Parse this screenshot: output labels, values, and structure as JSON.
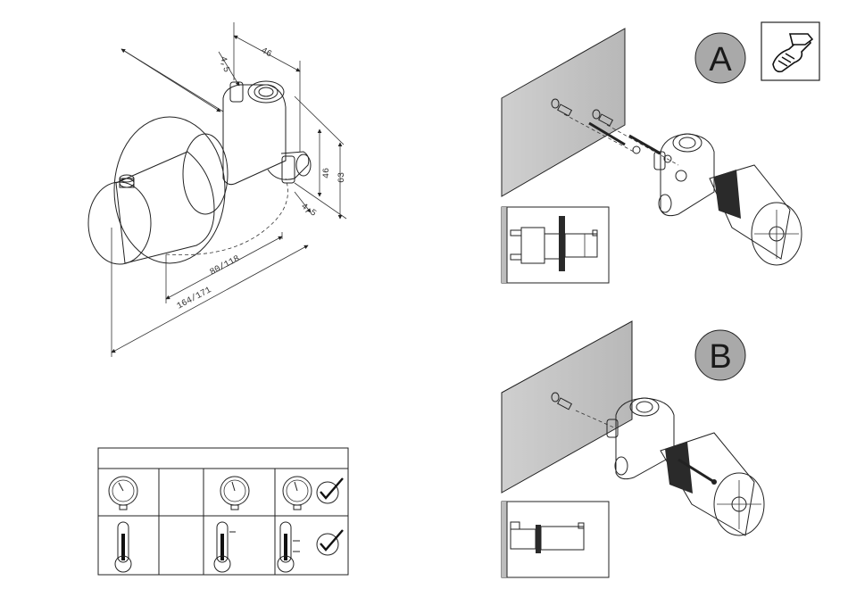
{
  "dimensions": {
    "d45_top": "4,5",
    "d46_top": "46",
    "d46_side": "46",
    "d63_side": "63",
    "d45_side": "4,5",
    "d80_118": "80/118",
    "d164_171": "164/171"
  },
  "method_a": {
    "label": "A",
    "badge_color": "#a9a9a9"
  },
  "method_b": {
    "label": "B",
    "badge_color": "#a9a9a9"
  },
  "tool_icon": "wrench-hand-icon",
  "table": {
    "rows": [
      {
        "kind": "pressure",
        "cells": [
          "pressure-gauge-icon",
          "",
          "pressure-gauge-icon",
          "pressure-gauge-icon+check-icon"
        ]
      },
      {
        "kind": "temperature",
        "cells": [
          "thermometer-icon",
          "",
          "thermometer-icon",
          "thermometer-icon+check-icon"
        ]
      }
    ]
  }
}
